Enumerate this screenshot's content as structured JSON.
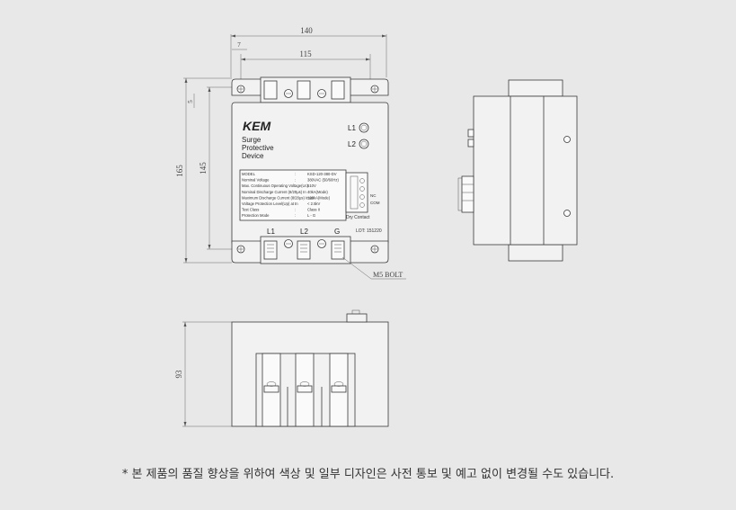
{
  "dimensions": {
    "width_total": "140",
    "width_mount": "115",
    "offset_small": "7",
    "offset_top": "5",
    "height_total": "165",
    "height_mount": "145",
    "depth": "93"
  },
  "product": {
    "brand": "KEM",
    "name_line1": "Surge",
    "name_line2": "Protective",
    "name_line3": "Device",
    "indicator1": "L1",
    "indicator2": "L2"
  },
  "spec_table": [
    {
      "label": "MODEL",
      "value": "KSD-120-380-DV"
    },
    {
      "label": "Nominal Voltage",
      "value": "380VAC (50/60Hz)"
    },
    {
      "label": "Max. Continuous Operating Voltage(Uc)",
      "value": "510V"
    },
    {
      "label": "Nominal Discharge Current (8/20μs) In",
      "value": "40kA(Mode)"
    },
    {
      "label": "Maximum Discharge Current (8/20μs) Imax",
      "value": "120kA(Mode)"
    },
    {
      "label": "Voltage Protection Level(Up) at In",
      "value": "< 2.5kV"
    },
    {
      "label": "Test Class",
      "value": "Class II"
    },
    {
      "label": "Protection Mode",
      "value": "L - G"
    }
  ],
  "contact": {
    "nc": "NC",
    "com": "COM",
    "caption": "Dry Contact"
  },
  "lot": "LOT: 151220",
  "terminals": [
    "L1",
    "L2",
    "G"
  ],
  "bolt_callout": "M5 BOLT",
  "footnote": "* 본 제품의 품질 향상을 위하여 색상 및 일부 디자인은 사전 통보 및 예고 없이 변경될 수도 있습니다."
}
